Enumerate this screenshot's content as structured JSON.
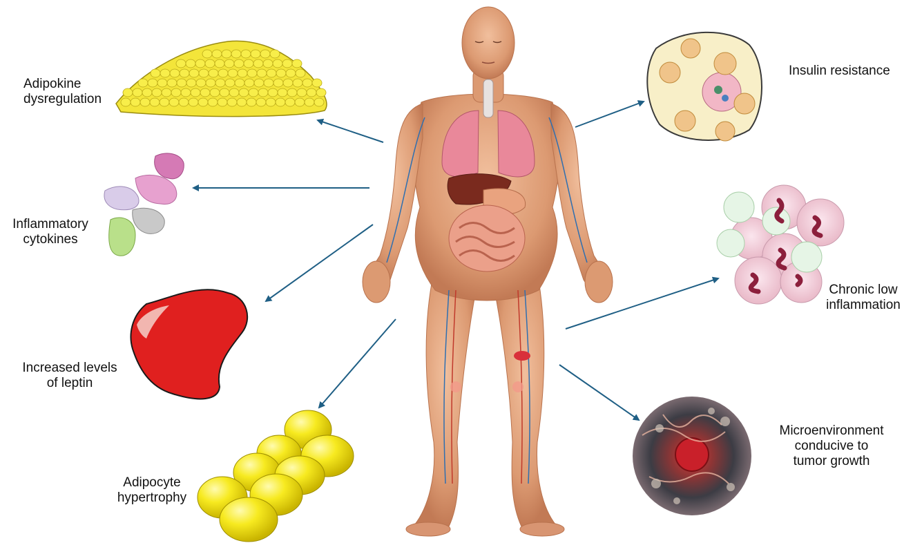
{
  "labels": {
    "adipokine": [
      "Adipokine",
      "dysregulation"
    ],
    "inflammatory": [
      "Inflammatory",
      "cytokines"
    ],
    "leptin": [
      "Increased levels",
      "of leptin"
    ],
    "hypertrophy": [
      "Adipocyte",
      "hypertrophy"
    ],
    "insulin": [
      "Insulin resistance"
    ],
    "chronic": [
      "Chronic low",
      "inflammation"
    ],
    "micro": [
      "Microenvironment",
      "conducive to",
      "tumor growth"
    ]
  },
  "colors": {
    "arrow": "#1f5f85",
    "skin": "#e3a27d",
    "fat": "#f2e21d",
    "leptin": "#e0201f",
    "label_text": "#111111"
  }
}
